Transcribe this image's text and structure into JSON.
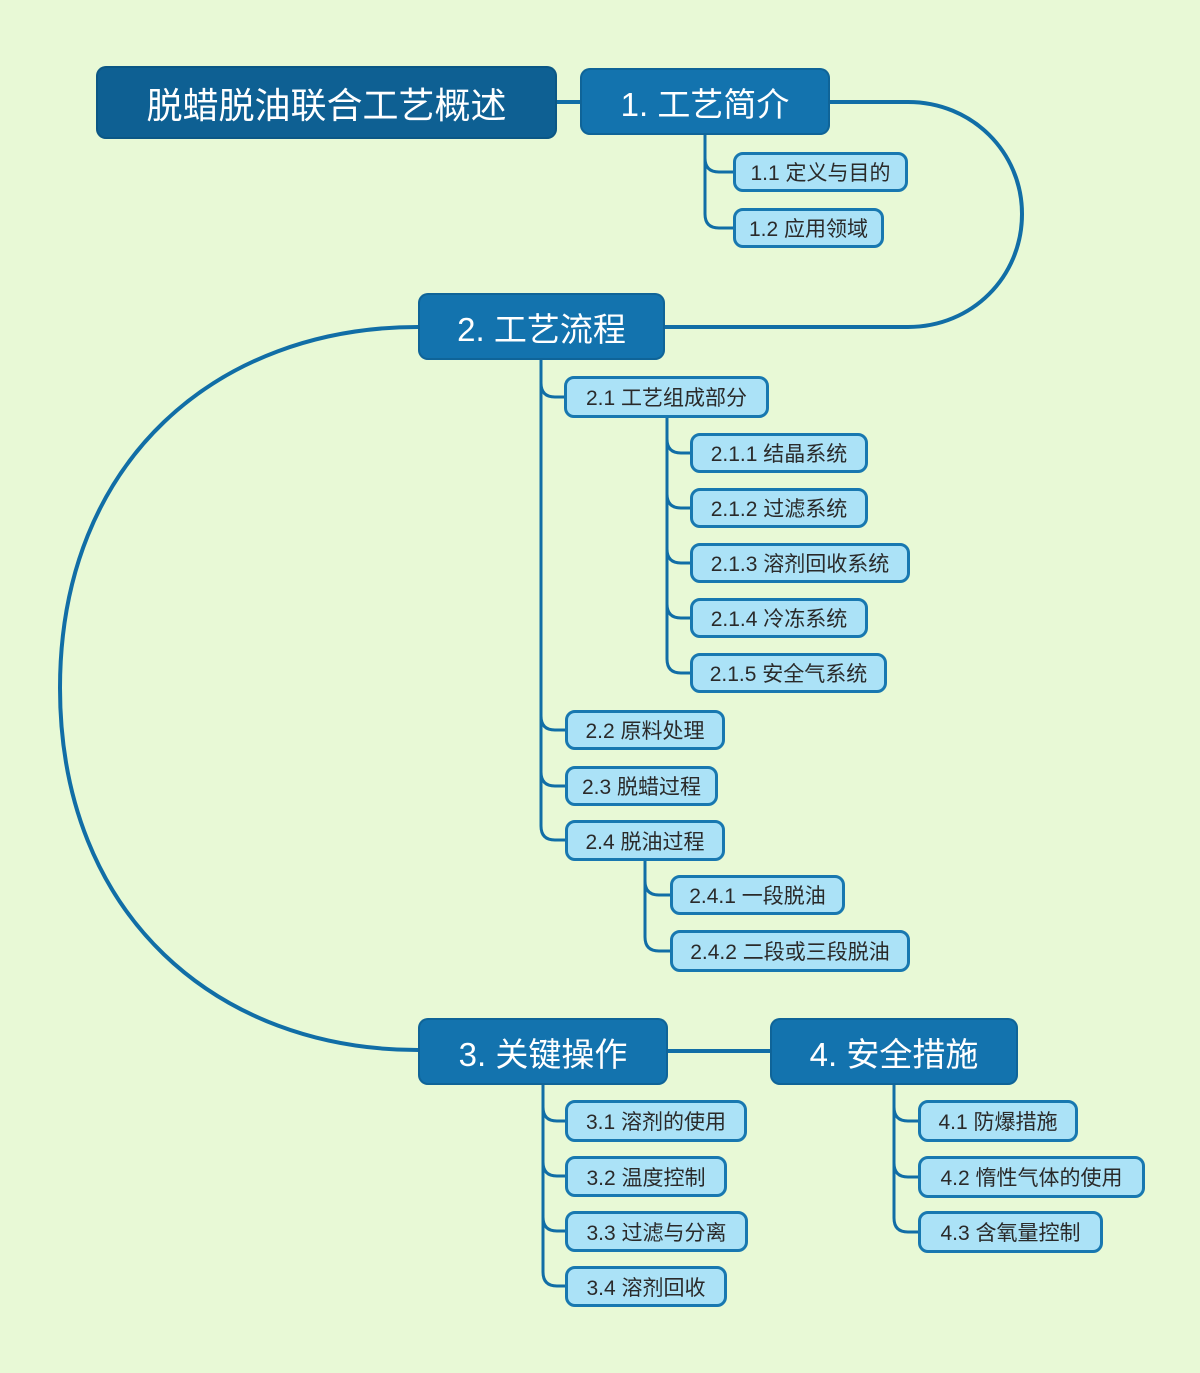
{
  "root": {
    "label": "脱蜡脱油联合工艺概述"
  },
  "topics": [
    {
      "label": "1. 工艺简介",
      "children": [
        {
          "label": "1.1 定义与目的"
        },
        {
          "label": "1.2 应用领域"
        }
      ]
    },
    {
      "label": "2. 工艺流程",
      "children": [
        {
          "label": "2.1 工艺组成部分",
          "children": [
            {
              "label": "2.1.1 结晶系统"
            },
            {
              "label": "2.1.2 过滤系统"
            },
            {
              "label": "2.1.3 溶剂回收系统"
            },
            {
              "label": "2.1.4 冷冻系统"
            },
            {
              "label": "2.1.5 安全气系统"
            }
          ]
        },
        {
          "label": "2.2 原料处理"
        },
        {
          "label": "2.3 脱蜡过程"
        },
        {
          "label": "2.4 脱油过程",
          "children": [
            {
              "label": "2.4.1 一段脱油"
            },
            {
              "label": "2.4.2 二段或三段脱油"
            }
          ]
        }
      ]
    },
    {
      "label": "3. 关键操作",
      "children": [
        {
          "label": "3.1 溶剂的使用"
        },
        {
          "label": "3.2 温度控制"
        },
        {
          "label": "3.3 过滤与分离"
        },
        {
          "label": "3.4 溶剂回收"
        }
      ]
    },
    {
      "label": "4. 安全措施",
      "children": [
        {
          "label": "4.1 防爆措施"
        },
        {
          "label": "4.2 惰性气体的使用"
        },
        {
          "label": "4.3 含氧量控制"
        }
      ]
    }
  ],
  "colors": {
    "background": "#e8f9d6",
    "root_fill": "#0e6093",
    "topic_fill": "#1373ae",
    "child_fill": "#abe2f7",
    "child_border": "#1878b0",
    "connector": "#116ea6",
    "topic_text": "#ffffff",
    "child_text": "#2a2a2a"
  }
}
